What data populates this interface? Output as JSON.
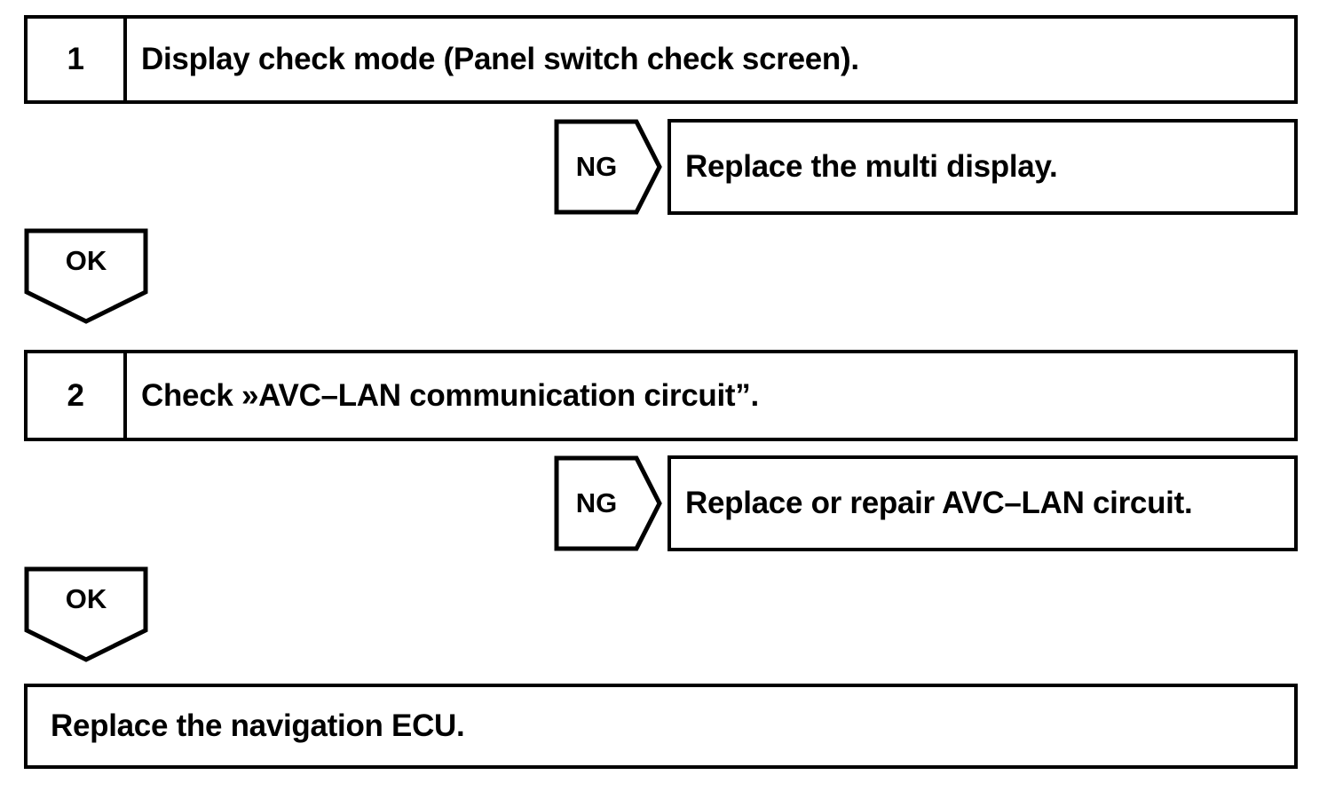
{
  "diagram": {
    "type": "troubleshooting-flowchart",
    "background_color": "#ffffff",
    "line_color": "#000000",
    "steps": [
      {
        "number": "1",
        "text": "Display check mode (Panel switch check screen)."
      },
      {
        "number": "2",
        "text": "Check »AVC–LAN communication circuit”."
      }
    ],
    "branches": [
      {
        "label": "NG",
        "result": "Replace the multi display."
      },
      {
        "label": "NG",
        "result": "Replace or repair AVC–LAN circuit."
      }
    ],
    "connectors": [
      {
        "label": "OK"
      },
      {
        "label": "OK"
      }
    ],
    "final": {
      "text": "Replace the navigation ECU."
    }
  }
}
